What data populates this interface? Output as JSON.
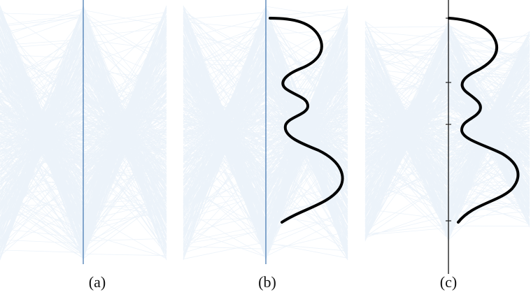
{
  "panels": [
    {
      "label": "(a)",
      "has_curve": false,
      "has_ticks": false
    },
    {
      "label": "(b)",
      "has_curve": true,
      "has_ticks": false
    },
    {
      "label": "(c)",
      "has_curve": true,
      "has_ticks": true
    }
  ],
  "colors": {
    "lines": "#4f8ed0",
    "axis": "#3d72ad",
    "axis_c": "#222222",
    "curve": "#000000",
    "background": "#ffffff"
  }
}
